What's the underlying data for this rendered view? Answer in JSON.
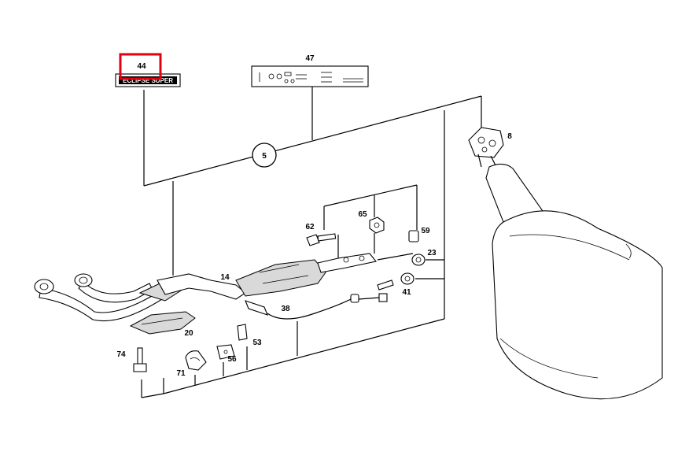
{
  "highlight_color": "#e0000f",
  "callouts": {
    "c44": "44",
    "c47": "47",
    "c5": "5",
    "c8": "8",
    "c62": "62",
    "c65": "65",
    "c59": "59",
    "c23": "23",
    "c14": "14",
    "c41": "41",
    "c38": "38",
    "c20": "20",
    "c53": "53",
    "c74": "74",
    "c56": "56",
    "c71": "71"
  },
  "label_44_text": "ECLIPSE SUPER"
}
